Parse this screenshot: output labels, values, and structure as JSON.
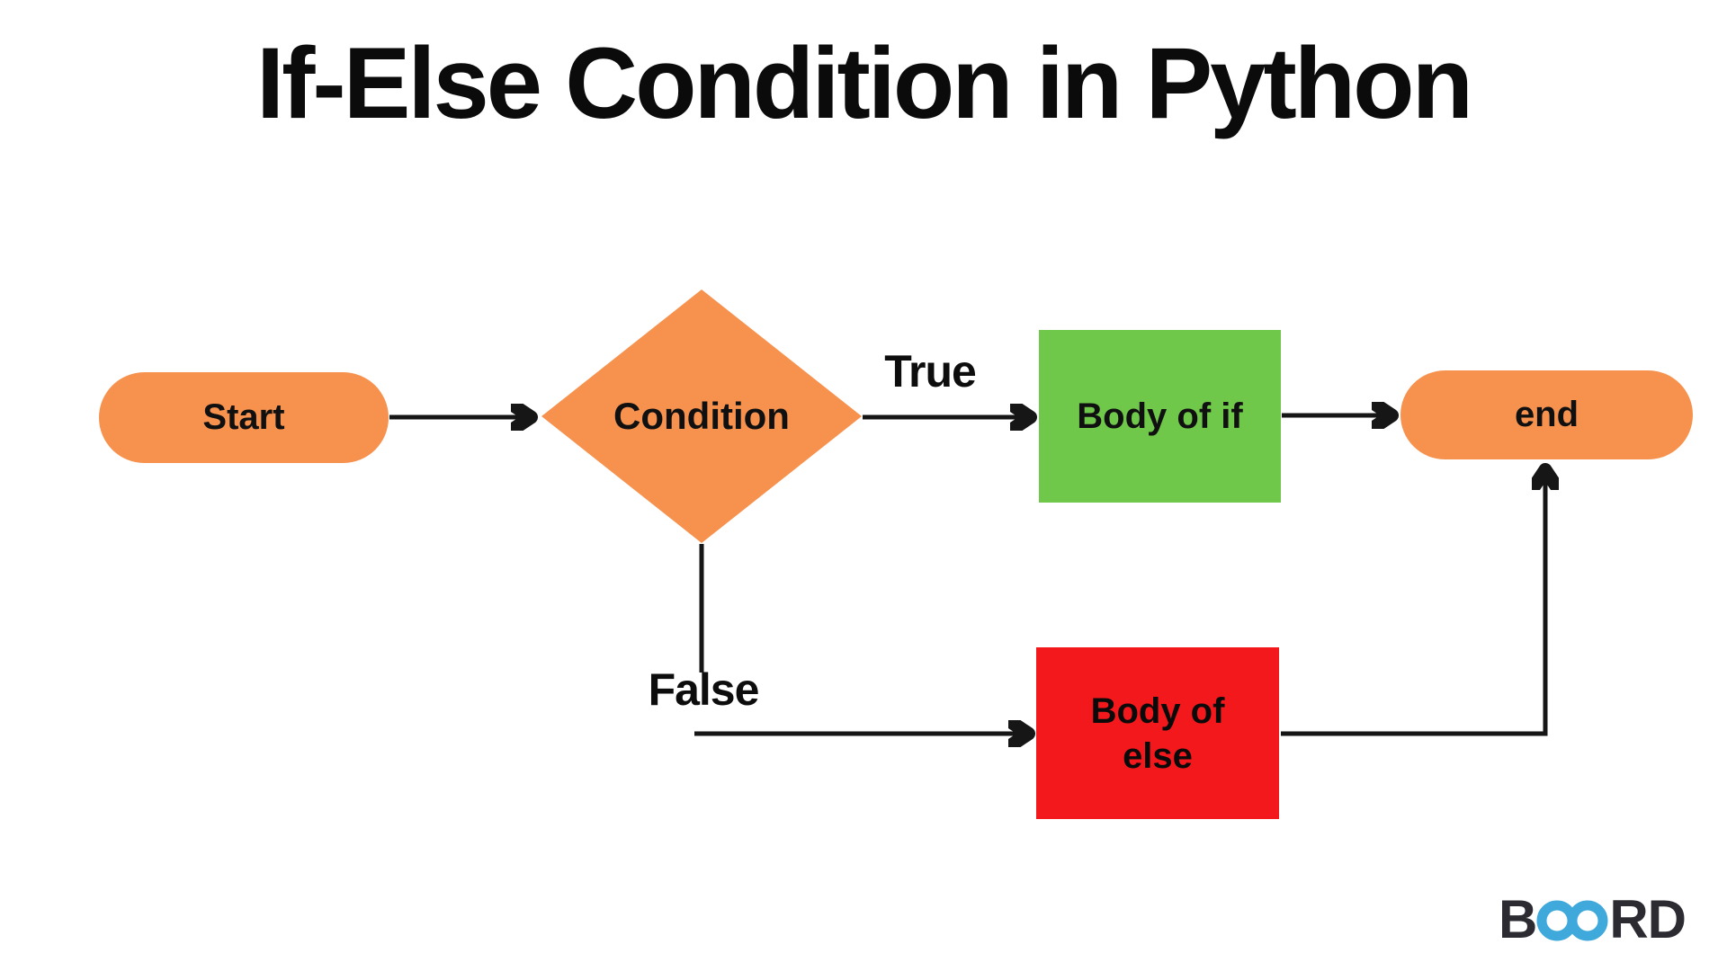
{
  "title": "If-Else Condition in Python",
  "nodes": {
    "start": {
      "label": "Start",
      "shape": "terminator",
      "fill": "#F6924E"
    },
    "condition": {
      "label": "Condition",
      "shape": "decision",
      "fill": "#F6924E"
    },
    "body_of_if": {
      "label": "Body of if",
      "shape": "process",
      "fill": "#6FC84A"
    },
    "body_of_else": {
      "label": "Body of else",
      "shape": "process",
      "fill": "#F2181C"
    },
    "end": {
      "label": "end",
      "shape": "terminator",
      "fill": "#F6924E"
    }
  },
  "edge_labels": {
    "true": "True",
    "false": "False"
  },
  "edges": [
    {
      "from": "start",
      "to": "condition",
      "label": ""
    },
    {
      "from": "condition",
      "to": "body_of_if",
      "label": "True"
    },
    {
      "from": "body_of_if",
      "to": "end",
      "label": ""
    },
    {
      "from": "condition",
      "to": "body_of_else",
      "label": "False"
    },
    {
      "from": "body_of_else",
      "to": "end",
      "label": ""
    }
  ],
  "logo": {
    "full_name": "BOARD",
    "text_b": "B",
    "text_rd": "RD",
    "infinity_color": "#3FA9DC",
    "letter_color": "#2B2B31"
  },
  "colors": {
    "background": "#FFFFFF",
    "arrow_stroke": "#161616",
    "title_text": "#0B0B0B",
    "node_text": "#101010"
  }
}
